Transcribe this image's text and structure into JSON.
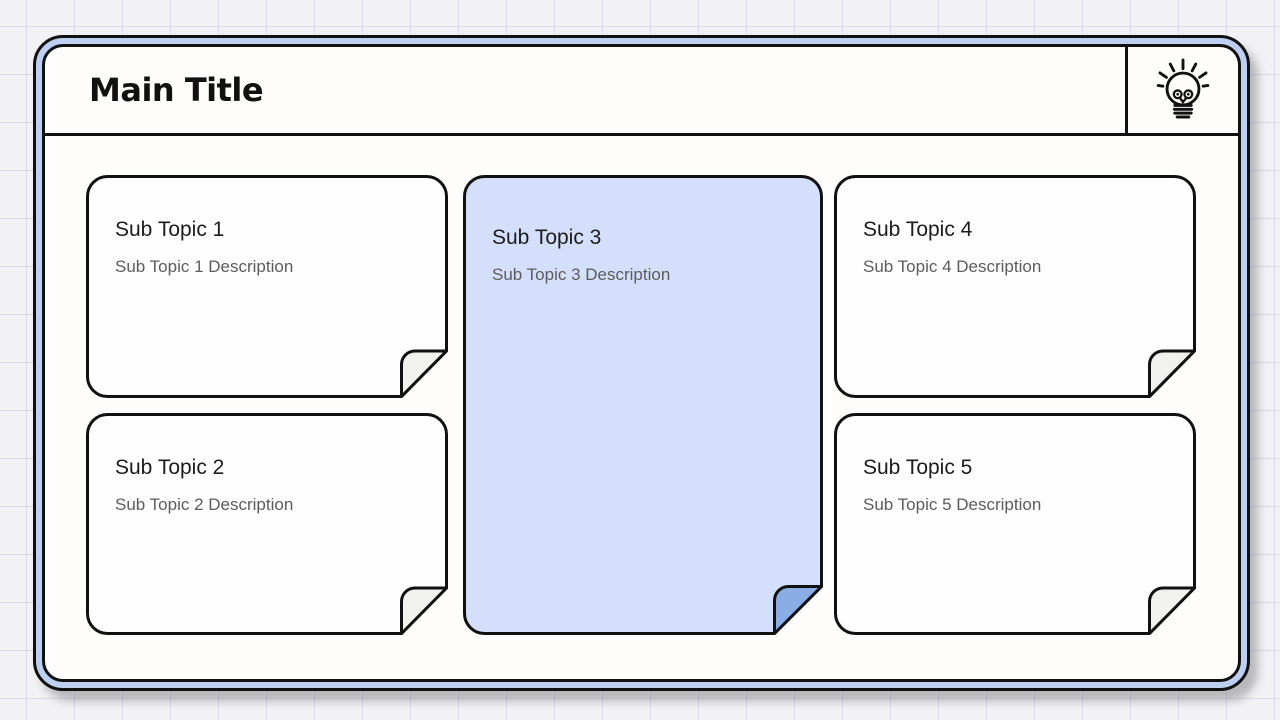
{
  "slide": {
    "title": "Main Title",
    "header_icon": "lightbulb-icon"
  },
  "cards": [
    {
      "title": "Sub Topic 1",
      "description": "Sub Topic 1 Description",
      "highlighted": false
    },
    {
      "title": "Sub Topic 2",
      "description": "Sub Topic 2 Description",
      "highlighted": false
    },
    {
      "title": "Sub Topic 3",
      "description": "Sub Topic 3 Description",
      "highlighted": true
    },
    {
      "title": "Sub Topic 4",
      "description": "Sub Topic 4 Description",
      "highlighted": false
    },
    {
      "title": "Sub Topic 5",
      "description": "Sub Topic 5 Description",
      "highlighted": false
    }
  ],
  "colors": {
    "outline": "#111111",
    "frame_ring": "#bdd0f2",
    "card_bg": "#fefefe",
    "card_fold": "#f1f1ee",
    "highlight_card_bg": "#d3dffb",
    "highlight_card_fold": "#89ade4",
    "title_text": "#1c1c1c",
    "description_text": "#5c5c5c",
    "grid_line": "#d9d9ee"
  }
}
